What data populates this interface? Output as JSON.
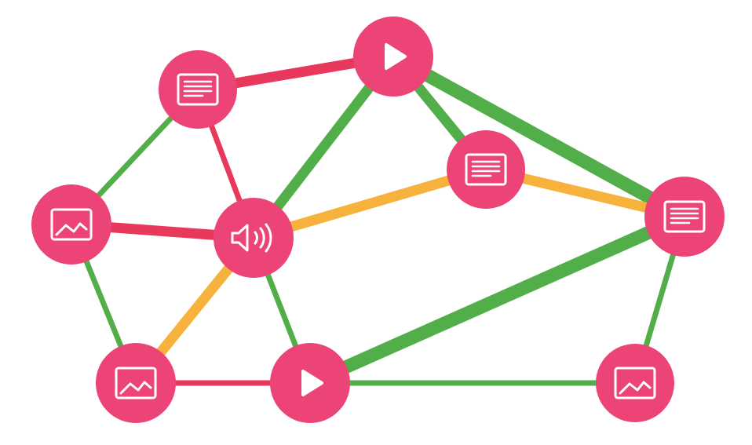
{
  "colors": {
    "background": "#ffffff",
    "node": "#ec4477",
    "icon": "#ffffff",
    "edge_red": "#e8395c",
    "edge_green": "#52ae48",
    "edge_orange": "#f6b23c"
  },
  "nodes": [
    {
      "id": "doc-top-left",
      "icon": "document-icon"
    },
    {
      "id": "play-top",
      "icon": "play-icon"
    },
    {
      "id": "doc-center",
      "icon": "document-icon"
    },
    {
      "id": "doc-right",
      "icon": "document-icon"
    },
    {
      "id": "image-left",
      "icon": "image-icon"
    },
    {
      "id": "audio-center",
      "icon": "speaker-icon"
    },
    {
      "id": "image-bottom-left",
      "icon": "image-icon"
    },
    {
      "id": "play-bottom",
      "icon": "play-icon"
    },
    {
      "id": "image-bottom-right",
      "icon": "image-icon"
    }
  ],
  "edges": [
    {
      "from": "doc-top-left",
      "to": "play-top",
      "color": "edge_red",
      "weight": "medium"
    },
    {
      "from": "doc-top-left",
      "to": "image-left",
      "color": "edge_green",
      "weight": "thin"
    },
    {
      "from": "doc-top-left",
      "to": "audio-center",
      "color": "edge_red",
      "weight": "thin"
    },
    {
      "from": "play-top",
      "to": "audio-center",
      "color": "edge_green",
      "weight": "medium"
    },
    {
      "from": "play-top",
      "to": "doc-center",
      "color": "edge_green",
      "weight": "medium"
    },
    {
      "from": "play-top",
      "to": "doc-right",
      "color": "edge_green",
      "weight": "thick"
    },
    {
      "from": "doc-center",
      "to": "audio-center",
      "color": "edge_orange",
      "weight": "medium"
    },
    {
      "from": "doc-center",
      "to": "doc-right",
      "color": "edge_orange",
      "weight": "medium"
    },
    {
      "from": "image-left",
      "to": "audio-center",
      "color": "edge_red",
      "weight": "medium"
    },
    {
      "from": "image-left",
      "to": "image-bottom-left",
      "color": "edge_green",
      "weight": "thin"
    },
    {
      "from": "audio-center",
      "to": "image-bottom-left",
      "color": "edge_orange",
      "weight": "medium"
    },
    {
      "from": "audio-center",
      "to": "play-bottom",
      "color": "edge_green",
      "weight": "thin"
    },
    {
      "from": "image-bottom-left",
      "to": "play-bottom",
      "color": "edge_red",
      "weight": "thin"
    },
    {
      "from": "play-bottom",
      "to": "doc-right",
      "color": "edge_green",
      "weight": "thick"
    },
    {
      "from": "play-bottom",
      "to": "image-bottom-right",
      "color": "edge_green",
      "weight": "thin"
    },
    {
      "from": "doc-right",
      "to": "image-bottom-right",
      "color": "edge_green",
      "weight": "thin"
    }
  ]
}
